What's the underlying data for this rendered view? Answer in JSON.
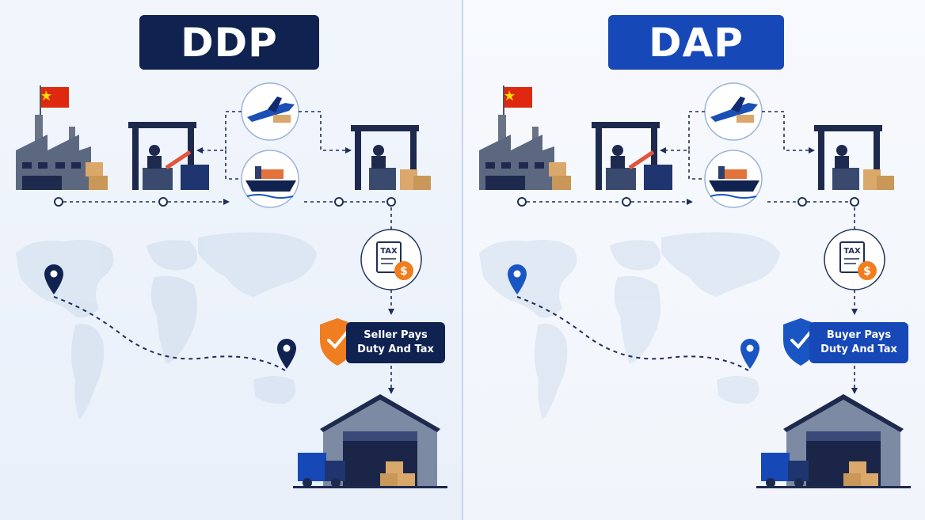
{
  "panels": [
    {
      "id": "ddp",
      "title": "DDP",
      "tax_label": "TAX",
      "payment_line1": "Seller Pays",
      "payment_line2": "Duty And Tax",
      "shield_color": "#f07d1f",
      "accent_color": "#0f2250"
    },
    {
      "id": "dap",
      "title": "DAP",
      "tax_label": "TAX",
      "payment_line1": "Buyer Pays",
      "payment_line2": "Duty And Tax",
      "shield_color": "#1a55c4",
      "accent_color": "#1748b8"
    }
  ],
  "icons": {
    "origin_flag": "china-flag-icon",
    "factory": "factory-icon",
    "customs": "customs-checkpoint-icon",
    "air": "airplane-icon",
    "sea": "cargo-ship-icon",
    "tax": "tax-document-icon",
    "dollar": "dollar-coin-icon",
    "shield": "shield-check-icon",
    "warehouse": "warehouse-icon",
    "truck": "delivery-truck-icon",
    "pin": "location-pin-icon",
    "map": "world-map-icon"
  },
  "colors": {
    "navy": "#0f2250",
    "blue": "#1748b8",
    "orange": "#f07d1f",
    "map": "#d6e1f0"
  }
}
